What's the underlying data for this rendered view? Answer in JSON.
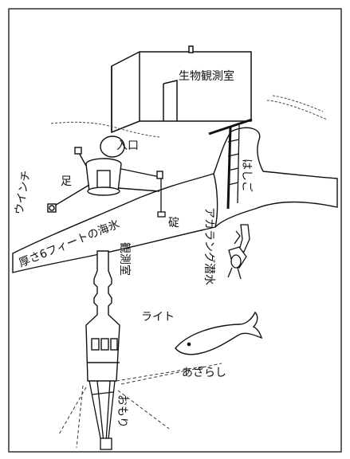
{
  "labels": {
    "building": "生物観測室",
    "entrance": "入口",
    "legs": "足",
    "winch": "ウインチ",
    "ice": "厚さ6フィートの海氷",
    "ladder": "はしご",
    "cable": "碇",
    "observation_room": "観測室",
    "diver": "アカラング潜水",
    "light": "ライト",
    "seal": "あざらし",
    "weight": "おもり"
  },
  "colors": {
    "ink": "#111111",
    "paper": "#ffffff",
    "accent_green": "#2e8b57"
  }
}
